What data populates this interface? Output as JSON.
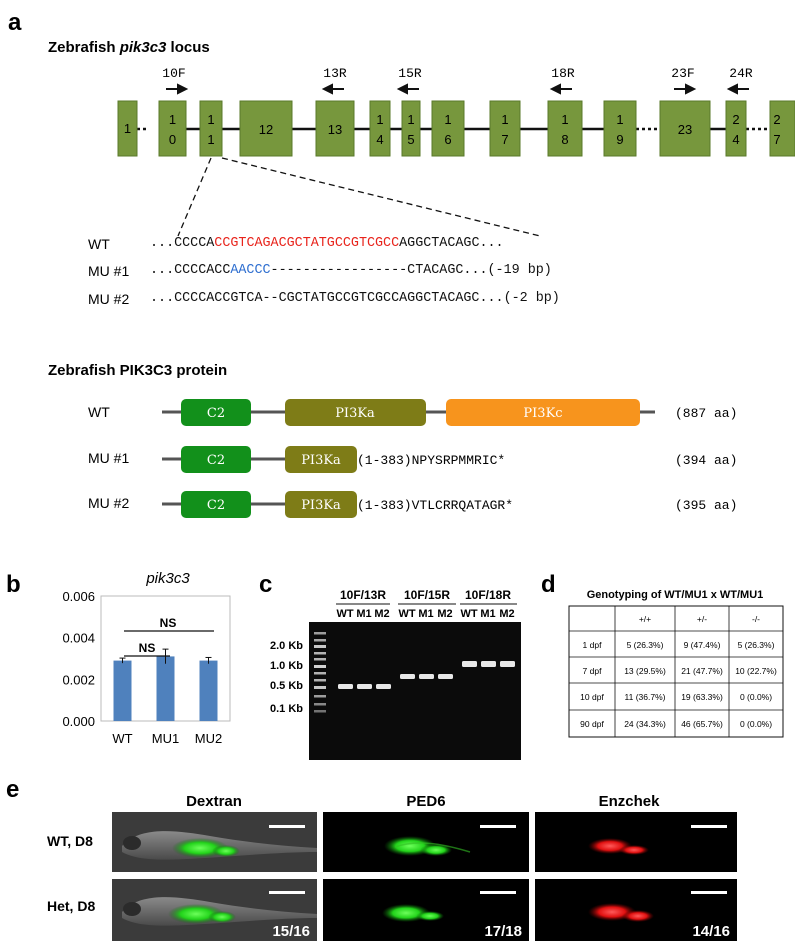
{
  "panel_a": {
    "letter": "a",
    "locus_title_prefix": "Zebrafish ",
    "locus_title_gene": "pik3c3",
    "locus_title_suffix": " locus",
    "primers": [
      "10F",
      "13R",
      "15R",
      "18R",
      "23F",
      "24R"
    ],
    "exons": [
      {
        "label": "1",
        "label2": ""
      },
      {
        "label": "1",
        "label2": "0"
      },
      {
        "label": "1",
        "label2": "1"
      },
      {
        "label": "12",
        "label2": ""
      },
      {
        "label": "13",
        "label2": ""
      },
      {
        "label": "1",
        "label2": "4"
      },
      {
        "label": "1",
        "label2": "5"
      },
      {
        "label": "1",
        "label2": "6"
      },
      {
        "label": "1",
        "label2": "7"
      },
      {
        "label": "1",
        "label2": "8"
      },
      {
        "label": "1",
        "label2": "9"
      },
      {
        "label": "23",
        "label2": ""
      },
      {
        "label": "2",
        "label2": "4"
      },
      {
        "label": "2",
        "label2": "7"
      }
    ],
    "sequences": [
      {
        "label": "WT",
        "parts": [
          {
            "text": "...CCCCA",
            "color": "#111111"
          },
          {
            "text": "CCGTCAGACGCTATGCCGTCGCC",
            "color": "#e8241c"
          },
          {
            "text": "AGGCTACAGC...",
            "color": "#111111"
          }
        ]
      },
      {
        "label": "MU #1",
        "parts": [
          {
            "text": "...CCCCACC",
            "color": "#111111"
          },
          {
            "text": "AACCC",
            "color": "#2f6fd0"
          },
          {
            "text": "-----------------CTACAGC...(-19 bp)",
            "color": "#111111"
          }
        ]
      },
      {
        "label": "MU #2",
        "parts": [
          {
            "text": "...CCCCACCGTCA--CGCTATGCCGTCGCCAGGCTACAGC...(-2 bp)",
            "color": "#111111"
          }
        ]
      }
    ],
    "protein_title": "Zebrafish PIK3C3 protein",
    "proteins": [
      {
        "label": "WT",
        "domains": [
          "C2",
          "PI3Ka",
          "PI3Kc"
        ],
        "tail": "",
        "length": "(887 aa)"
      },
      {
        "label": "MU #1",
        "domains": [
          "C2",
          "PI3Ka"
        ],
        "tail": "(1-383)NPYSRPMMRIC*",
        "length": "(394 aa)"
      },
      {
        "label": "MU #2",
        "domains": [
          "C2",
          "PI3Ka"
        ],
        "tail": "(1-383)VTLCRRQATAGR*",
        "length": "(395 aa)"
      }
    ],
    "colors": {
      "exon": "#77973d",
      "c2": "#12901b",
      "pi3ka": "#7e7c17",
      "pi3kc": "#f7941d"
    }
  },
  "panel_b": {
    "letter": "b",
    "chart_data": {
      "type": "bar",
      "title": "pik3c3",
      "categories": [
        "WT",
        "MU1",
        "MU2"
      ],
      "values": [
        0.0029,
        0.0031,
        0.0029
      ],
      "errors": [
        0.00012,
        0.00035,
        0.00015
      ],
      "ylim": [
        0,
        0.006
      ],
      "yticks": [
        "0.000",
        "0.002",
        "0.004",
        "0.006"
      ],
      "bar_color": "#4f81bd",
      "annotations": [
        "NS",
        "NS"
      ]
    }
  },
  "panel_c": {
    "letter": "c",
    "groups": [
      "10F/13R",
      "10F/15R",
      "10F/18R"
    ],
    "lanes": [
      "WT",
      "M1",
      "M2"
    ],
    "ladder": [
      "2.0 Kb",
      "1.0 Kb",
      "0.5 Kb",
      "0.1 Kb"
    ]
  },
  "panel_d": {
    "letter": "d",
    "title": "Genotyping of WT/MU1 x WT/MU1",
    "headers": [
      "",
      "+/+",
      "+/-",
      "-/-"
    ],
    "rows": [
      [
        "1 dpf",
        "5 (26.3%)",
        "9 (47.4%)",
        "5 (26.3%)"
      ],
      [
        "7 dpf",
        "13 (29.5%)",
        "21 (47.7%)",
        "10 (22.7%)"
      ],
      [
        "10 dpf",
        "11 (36.7%)",
        "19 (63.3%)",
        "0 (0.0%)"
      ],
      [
        "90 dpf",
        "24 (34.3%)",
        "46 (65.7%)",
        "0 (0.0%)"
      ]
    ]
  },
  "panel_e": {
    "letter": "e",
    "columns": [
      "Dextran",
      "PED6",
      "Enzchek"
    ],
    "rows": [
      "WT, D8",
      "Het, D8"
    ],
    "counts": [
      "15/16",
      "17/18",
      "14/16"
    ]
  }
}
